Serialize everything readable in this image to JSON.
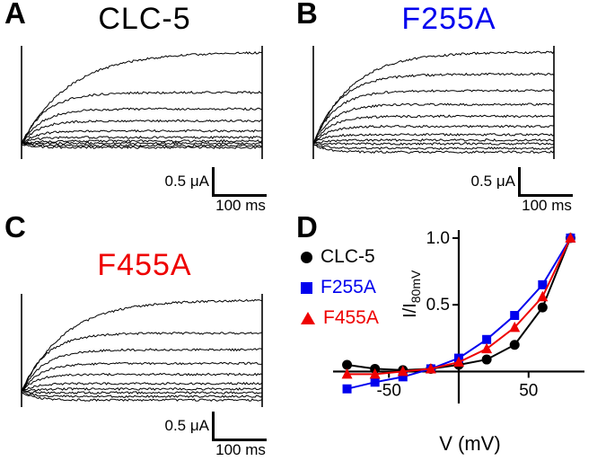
{
  "panels": {
    "a": {
      "label": "A",
      "title": "CLC-5",
      "title_color": "#000000",
      "scalebar": {
        "current": "0.5 μA",
        "time": "100 ms"
      },
      "seed": 11,
      "trace_data": [
        {
          "amp": 1.0,
          "tau": 0.2
        },
        {
          "amp": 0.56,
          "tau": 0.1
        },
        {
          "amp": 0.38,
          "tau": 0.085
        },
        {
          "amp": 0.25,
          "tau": 0.07
        },
        {
          "amp": 0.14,
          "tau": 0.06
        },
        {
          "amp": 0.07,
          "tau": 0.05
        },
        {
          "amp": 0.03,
          "tau": 0.05
        },
        {
          "amp": 0.005,
          "tau": 0.05
        },
        {
          "amp": -0.02,
          "tau": 0.05
        },
        {
          "amp": -0.04,
          "tau": 0.05
        }
      ]
    },
    "b": {
      "label": "B",
      "title": "F255A",
      "title_color": "#0000ee",
      "scalebar": {
        "current": "0.5 μA",
        "time": "100 ms"
      },
      "seed": 22,
      "trace_data": [
        {
          "amp": 1.0,
          "tau": 0.16
        },
        {
          "amp": 0.76,
          "tau": 0.11
        },
        {
          "amp": 0.58,
          "tau": 0.09
        },
        {
          "amp": 0.43,
          "tau": 0.08
        },
        {
          "amp": 0.3,
          "tau": 0.07
        },
        {
          "amp": 0.19,
          "tau": 0.06
        },
        {
          "amp": 0.1,
          "tau": 0.05
        },
        {
          "amp": 0.04,
          "tau": 0.05
        },
        {
          "amp": 0.0,
          "tau": 0.05
        },
        {
          "amp": -0.05,
          "tau": 0.05
        },
        {
          "amp": -0.09,
          "tau": 0.05
        }
      ]
    },
    "c": {
      "label": "C",
      "title": "F455A",
      "title_color": "#ee0000",
      "scalebar": {
        "current": "0.5 μA",
        "time": "100 ms"
      },
      "seed": 33,
      "trace_data": [
        {
          "amp": 1.0,
          "tau": 0.18
        },
        {
          "amp": 0.64,
          "tau": 0.1
        },
        {
          "amp": 0.46,
          "tau": 0.09
        },
        {
          "amp": 0.31,
          "tau": 0.075
        },
        {
          "amp": 0.19,
          "tau": 0.06
        },
        {
          "amp": 0.09,
          "tau": 0.05
        },
        {
          "amp": 0.03,
          "tau": 0.05
        },
        {
          "amp": -0.01,
          "tau": 0.05
        },
        {
          "amp": -0.05,
          "tau": 0.05
        },
        {
          "amp": -0.09,
          "tau": 0.05
        }
      ]
    },
    "d": {
      "label": "D"
    }
  },
  "chart_data": {
    "type": "line",
    "x": [
      -80,
      -60,
      -40,
      -20,
      0,
      20,
      40,
      60,
      80
    ],
    "series": [
      {
        "name": "CLC-5",
        "color": "#000000",
        "marker": "circle",
        "values": [
          0.05,
          0.02,
          0.01,
          0.02,
          0.05,
          0.09,
          0.2,
          0.48,
          1.0
        ]
      },
      {
        "name": "F255A",
        "color": "#0000ee",
        "marker": "square",
        "values": [
          -0.13,
          -0.08,
          -0.04,
          0.02,
          0.1,
          0.24,
          0.42,
          0.65,
          1.0
        ]
      },
      {
        "name": "F455A",
        "color": "#ee0000",
        "marker": "triangle",
        "values": [
          -0.02,
          -0.02,
          0.0,
          0.02,
          0.07,
          0.17,
          0.33,
          0.56,
          1.0
        ]
      }
    ],
    "xlabel": "V (mV)",
    "ylabel": "I/I",
    "ylabel_sub": "80mV",
    "xticks": [
      -50,
      50
    ],
    "yticks": [
      0.5,
      1.0
    ],
    "xlim": [
      -90,
      90
    ],
    "ylim": [
      -0.28,
      1.06
    ],
    "grid": false,
    "legend_position": "upper-left"
  }
}
